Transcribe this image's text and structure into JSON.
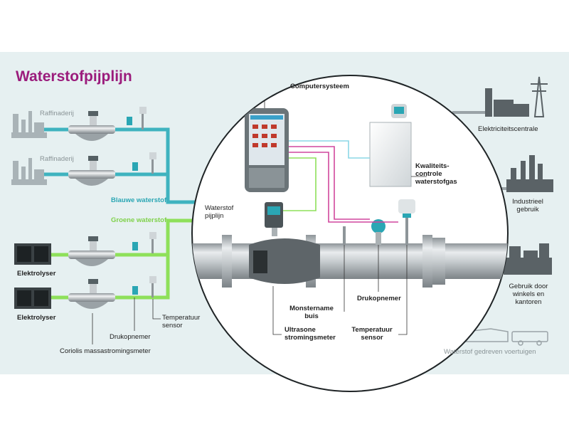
{
  "title": "Waterstofpijplijn",
  "left": {
    "raffinaderij_1": "Raffinaderij",
    "raffinaderij_2": "Raffinaderij",
    "blauwe_waterstof": "Blauwe waterstof",
    "groene_waterstof": "Groene waterstof",
    "elektrolyser_1": "Elektrolyser",
    "elektrolyser_2": "Elektrolyser",
    "temperatuur_sensor": "Temperatuur\nsensor",
    "drukopnemer": "Drukopnemer",
    "coriolis": "Coriolis massastromingsmeter"
  },
  "circle": {
    "computersysteem": "Computersysteem",
    "kwaliteitscontrole": "Kwaliteits-\ncontrole\nwaterstofgas",
    "waterstof_pijplijn": "Waterstof\npijplijn",
    "monstername_buis": "Monstername\nbuis",
    "drukopnemer": "Drukopnemer",
    "ultrasone": "Ultrasone\nstromingsmeter",
    "temperatuur_sensor": "Temperatuur\nsensor"
  },
  "right": {
    "elektriciteitscentrale": "Elektriciteitscentrale",
    "industrieel_gebruik": "Industrieel\ngebruik",
    "winkels": "Gebruik door\nwinkels en\nkantoren",
    "voertuigen": "Waterstof gedreven voertuigen"
  },
  "colors": {
    "title": "#9b1c7c",
    "blue_line": "#3fb3bf",
    "green_line": "#8ee05a",
    "magenta_line": "#d1479d",
    "cyan_line": "#8ad7e6",
    "panel": "#e6f0f1"
  }
}
